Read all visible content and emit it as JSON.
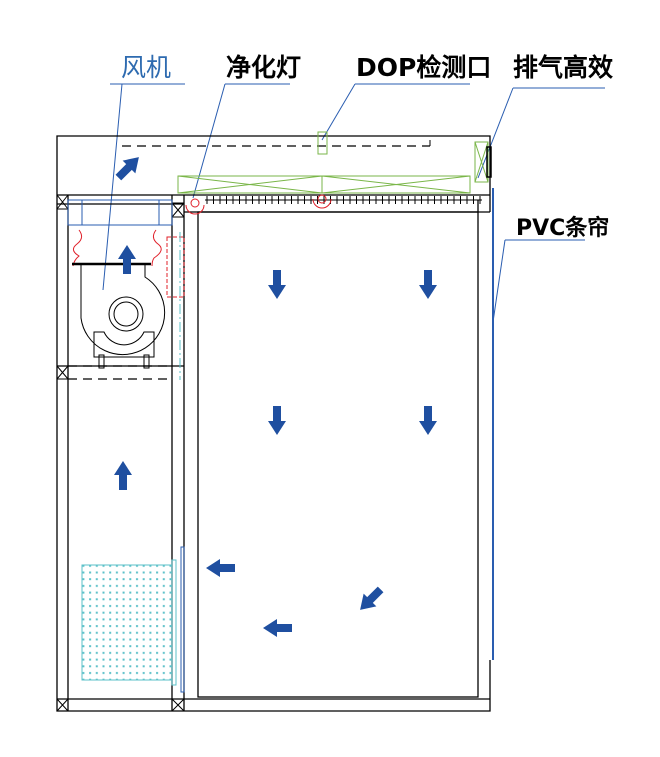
{
  "labels": {
    "fan": "风机",
    "purification_lamp": "净化灯",
    "dop_port": "DOP检测口",
    "exhaust_hepa": "排气高效",
    "pvc_curtain": "PVC条帘"
  },
  "colors": {
    "frame": "#000000",
    "airflow_arrow": "#1f4fa0",
    "leader_line": "#2a5db0",
    "filter": "#7ab648",
    "seal": "#e0202a",
    "prefilter": "#5bc0c8"
  }
}
